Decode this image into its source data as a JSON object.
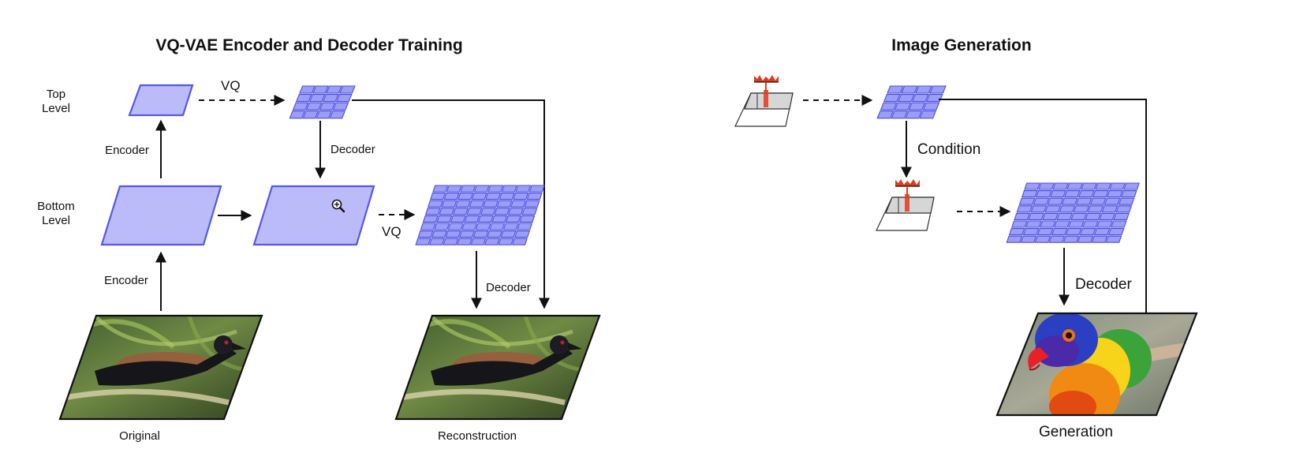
{
  "left_panel": {
    "title": "VQ-VAE Encoder and Decoder Training",
    "row_top_label_1": "Top",
    "row_top_label_2": "Level",
    "row_bottom_label_1": "Bottom",
    "row_bottom_label_2": "Level",
    "encoder_top_label": "Encoder",
    "encoder_bottom_label": "Encoder",
    "vq_top_label": "VQ",
    "vq_bottom_label": "VQ",
    "decoder_top_label": "Decoder",
    "decoder_bottom_label": "Decoder",
    "original_caption": "Original",
    "reconstruction_caption": "Reconstruction"
  },
  "right_panel": {
    "title": "Image Generation",
    "condition_label": "Condition",
    "decoder_label": "Decoder",
    "generation_caption": "Generation"
  },
  "icons": {
    "zoom": "zoom-in-icon",
    "pixel_model": "pixelcnn-prior-icon"
  },
  "colors": {
    "latent_fill": "#babbf8",
    "latent_stroke": "#5558e8",
    "code_cell_fill": "#9c9ef6",
    "prior_red": "#e03a1e"
  }
}
